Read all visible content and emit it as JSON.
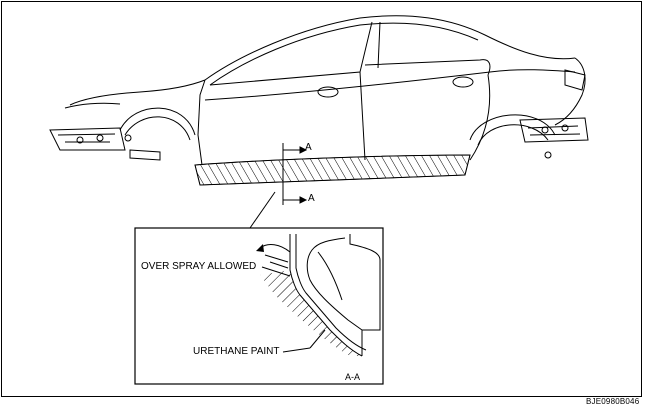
{
  "labels": {
    "section_mark_top": "A",
    "section_mark_bottom": "A",
    "over_spray": "OVER SPRAY ALLOWED",
    "urethane": "URETHANE PAINT",
    "section_view": "A-A",
    "figure_code": "BJE0980B046"
  },
  "colors": {
    "line": "#000000",
    "background": "#ffffff"
  }
}
